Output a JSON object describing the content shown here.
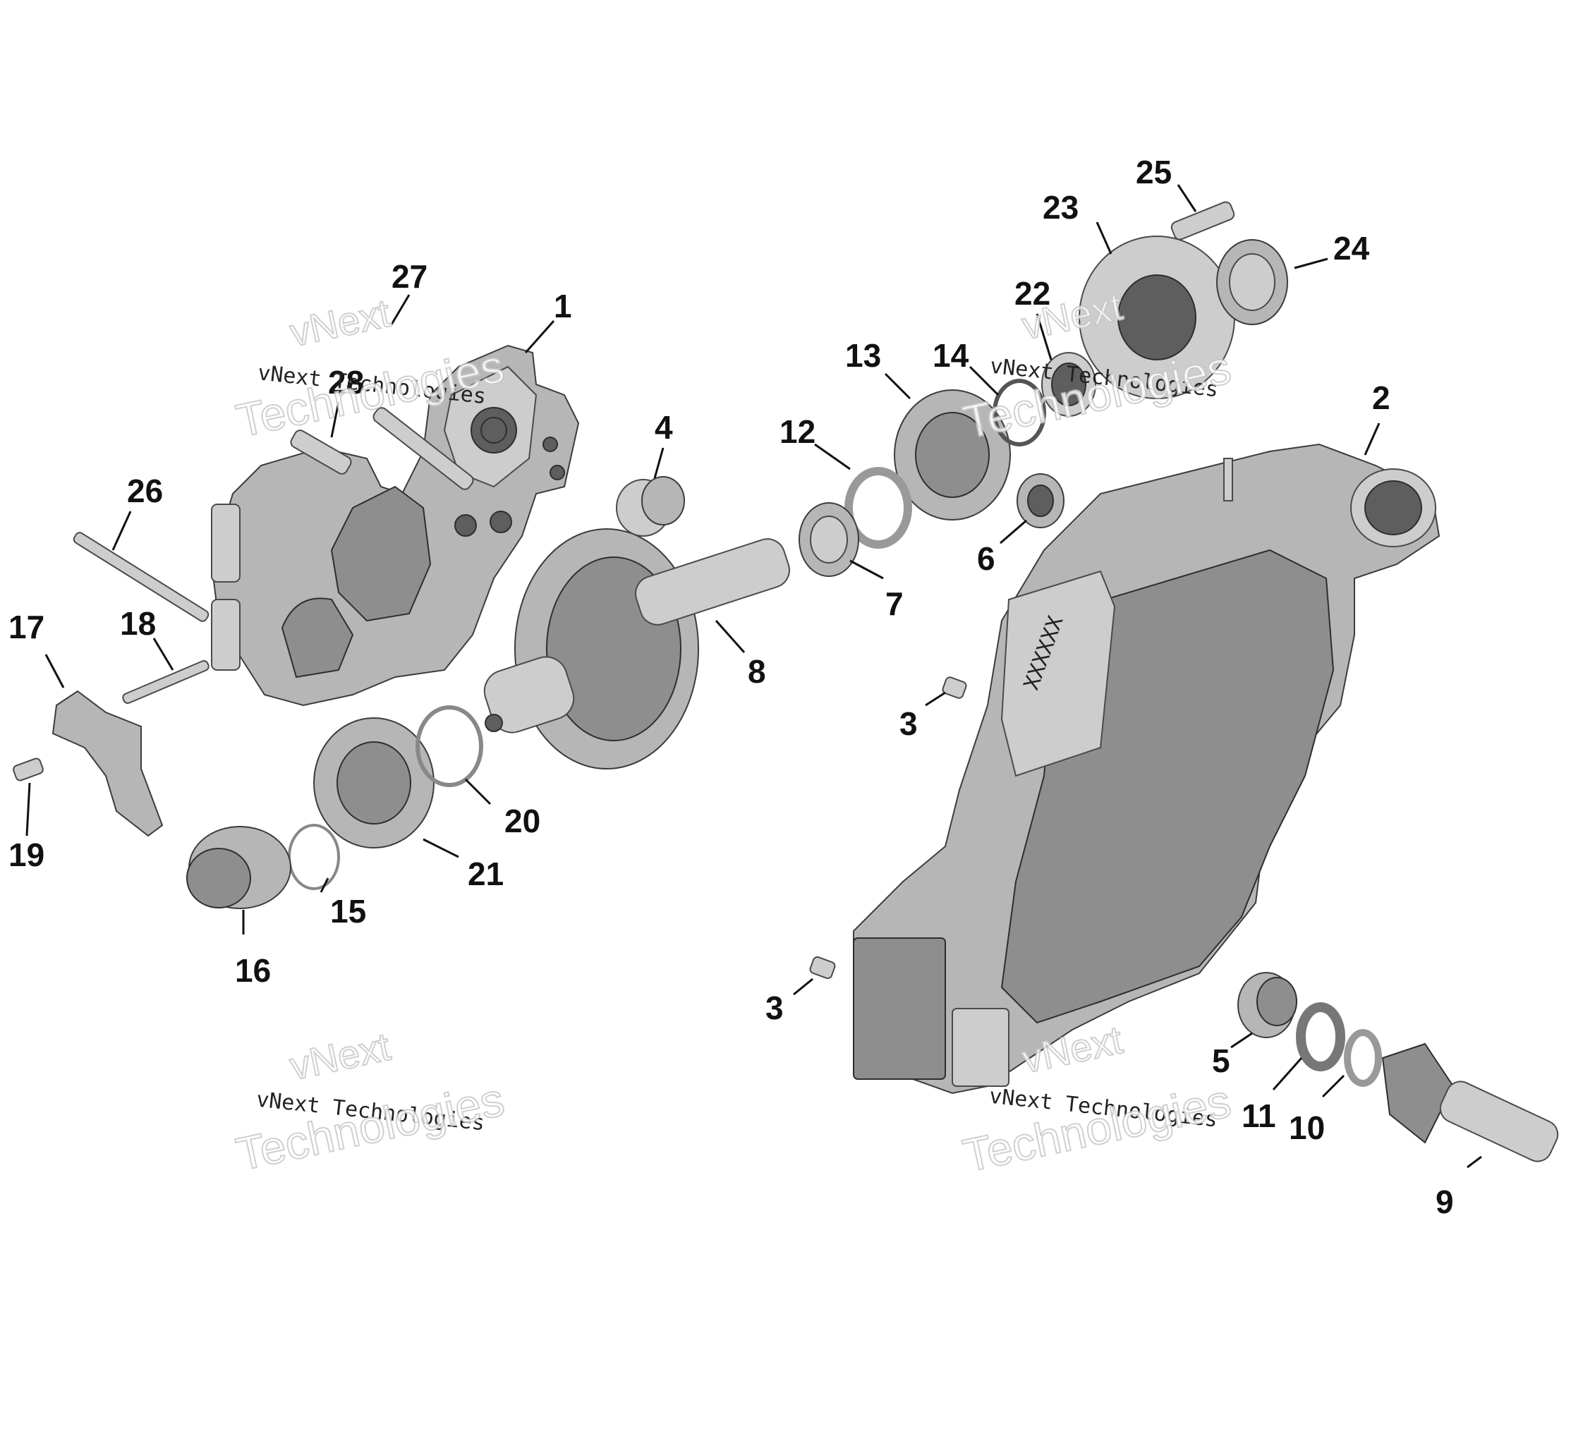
{
  "callouts": [
    "1",
    "2",
    "3",
    "3",
    "4",
    "5",
    "6",
    "7",
    "8",
    "9",
    "10",
    "11",
    "12",
    "13",
    "14",
    "15",
    "16",
    "17",
    "18",
    "19",
    "20",
    "21",
    "22",
    "23",
    "24",
    "25",
    "26",
    "27",
    "28"
  ],
  "watermark": {
    "line1": "vNext",
    "line2": "vNext Technologies",
    "line3": "Technologies"
  },
  "case_label": "XXXXXX"
}
